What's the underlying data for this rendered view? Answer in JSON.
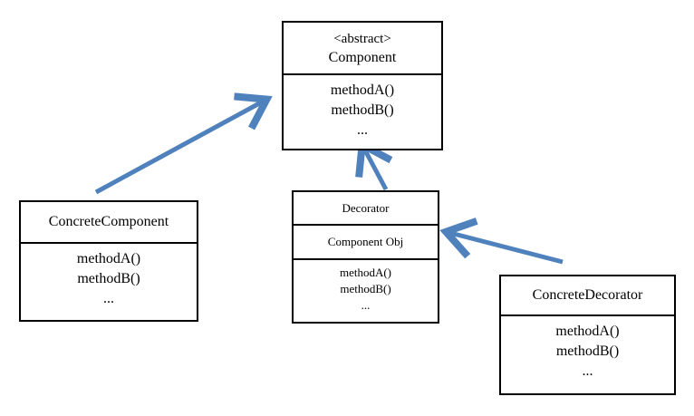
{
  "diagram": {
    "arrow_color": "#4f81bd",
    "component": {
      "stereotype": "<abstract>",
      "name": "Component",
      "methods": [
        "methodA()",
        "methodB()",
        "..."
      ]
    },
    "concrete_component": {
      "name": "ConcreteComponent",
      "methods": [
        "methodA()",
        "methodB()",
        "..."
      ]
    },
    "decorator": {
      "name": "Decorator",
      "field": "Component Obj",
      "methods": [
        "methodA()",
        "methodB()",
        "..."
      ]
    },
    "concrete_decorator": {
      "name": "ConcreteDecorator",
      "methods": [
        "methodA()",
        "methodB()",
        "..."
      ]
    }
  }
}
